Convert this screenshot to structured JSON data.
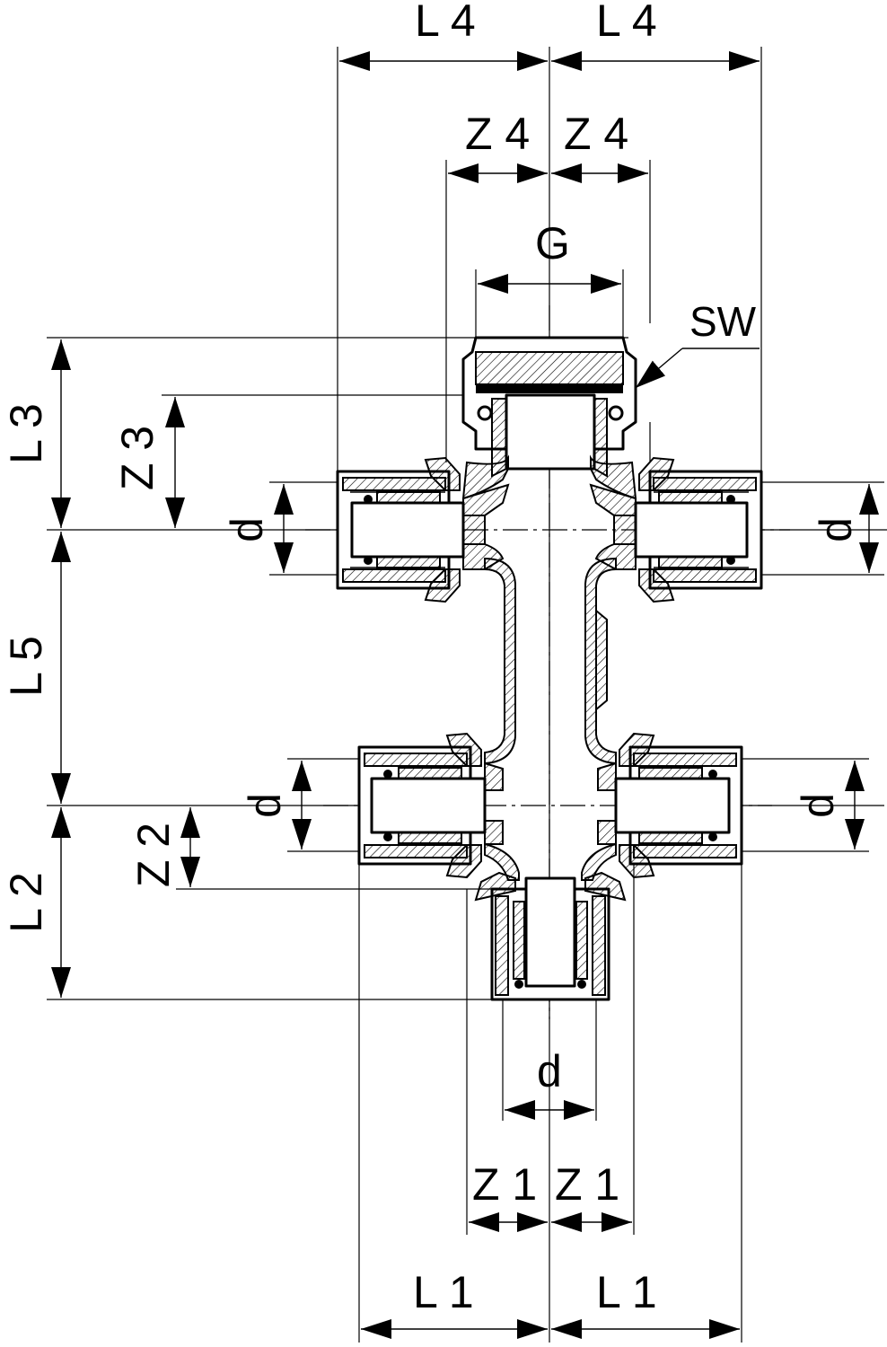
{
  "dimensions": {
    "L4_left": "L 4",
    "L4_right": "L 4",
    "Z4_left": "Z 4",
    "Z4_right": "Z 4",
    "G": "G",
    "SW": "SW",
    "L3": "L 3",
    "Z3": "Z 3",
    "L5": "L 5",
    "L2": "L 2",
    "Z2": "Z 2",
    "d_top_left": "d",
    "d_top_right": "d",
    "d_mid_left": "d",
    "d_mid_right": "d",
    "d_bottom": "d",
    "Z1_left": "Z 1",
    "Z1_right": "Z 1",
    "L1_left": "L 1",
    "L1_right": "L 1"
  }
}
